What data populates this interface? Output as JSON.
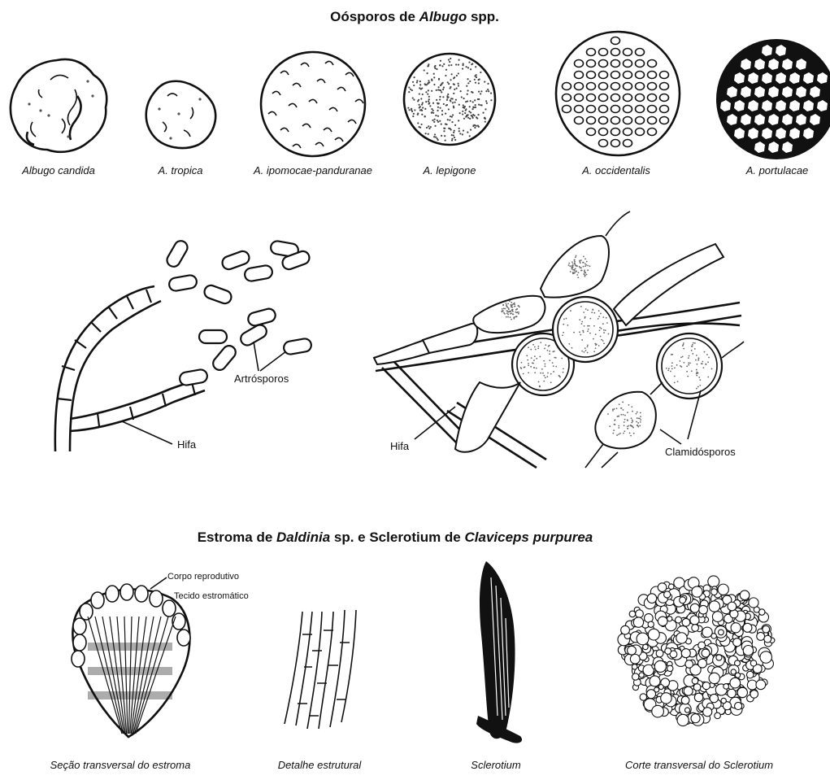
{
  "titles": {
    "oospores_prefix": "Oósporos de ",
    "oospores_italic": "Albugo",
    "oospores_suffix": " spp.",
    "stroma_prefix": "Estroma de ",
    "stroma_italic1": "Daldinia",
    "stroma_mid": " sp. e Sclerotium de ",
    "stroma_italic2": "Claviceps purpurea"
  },
  "oospores": [
    {
      "caption": "Albugo candida"
    },
    {
      "caption": "A. tropica"
    },
    {
      "caption": "A. ipomocae-panduranae"
    },
    {
      "caption": "A. lepigone"
    },
    {
      "caption": "A. occidentalis"
    },
    {
      "caption": "A. portulacae"
    }
  ],
  "labels": {
    "artrosporos": "Artrósporos",
    "hifa_left": "Hifa",
    "hifa_right": "Hifa",
    "clamidosporos": "Clamidósporos",
    "corpo_reprodutivo": "Corpo reprodutivo",
    "tecido_estromatico": "Tecido estromático"
  },
  "bottom_captions": [
    "Seção transversal do estroma",
    "Detalhe estrutural",
    "Sclerotium",
    "Corte transversal do Sclerotium"
  ]
}
